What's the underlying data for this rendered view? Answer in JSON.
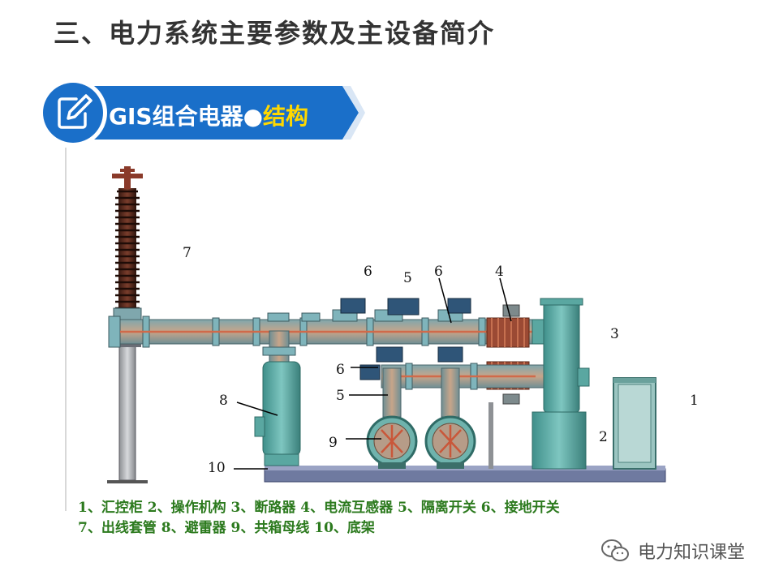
{
  "page_title": "三、电力系统主要参数及主设备简介",
  "section": {
    "prefix": "GIS组合电器",
    "bullet": "●",
    "suffix": "结构"
  },
  "labels": {
    "l7": "7",
    "l6a": "6",
    "l5a": "5",
    "l6b": "6",
    "l4": "4",
    "l3": "3",
    "l6c": "6",
    "l5b": "5",
    "l8": "8",
    "l9": "9",
    "l10": "10",
    "l2": "2",
    "l1": "1"
  },
  "legend": {
    "line1": "1、汇控柜   2、操作机构   3、断路器   4、电流互感器 5、隔离开关   6、接地开关",
    "line2": "7、出线套管   8、避雷器   9、共箱母线   10、底架"
  },
  "watermark": "电力知识课堂"
}
